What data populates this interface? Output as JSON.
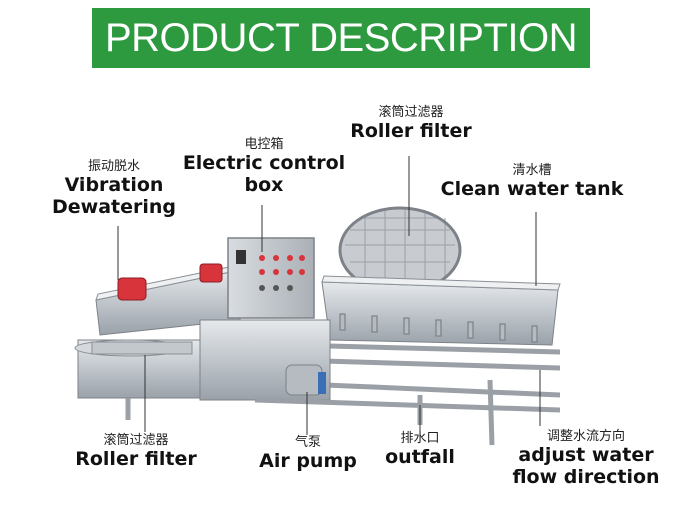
{
  "header": {
    "title": "PRODUCT DESCRIPTION"
  },
  "labels": {
    "roller_filter_top": {
      "cn": "滚筒过滤器",
      "en": "Roller filter"
    },
    "electric_control_box": {
      "cn": "电控箱",
      "en_line1": "Electric control",
      "en_line2": "box"
    },
    "vibration_dewatering": {
      "cn": "振动脱水",
      "en_line1": "Vibration",
      "en_line2": "Dewatering"
    },
    "clean_water_tank": {
      "cn": "清水槽",
      "en": "Clean water tank"
    },
    "roller_filter_bottom": {
      "cn": "滚筒过滤器",
      "en": "Roller filter"
    },
    "air_pump": {
      "cn": "气泵",
      "en": "Air pump"
    },
    "outfall": {
      "cn": "排水口",
      "en": "outfall"
    },
    "adjust_water": {
      "cn": "调整水流方向",
      "en_line1": "adjust water",
      "en_line2": "flow direction"
    }
  },
  "colors": {
    "banner": "#2e9a3f",
    "steel": "#c9ced3",
    "motor": "#d8343b",
    "pipe": "#3a6fb8"
  }
}
